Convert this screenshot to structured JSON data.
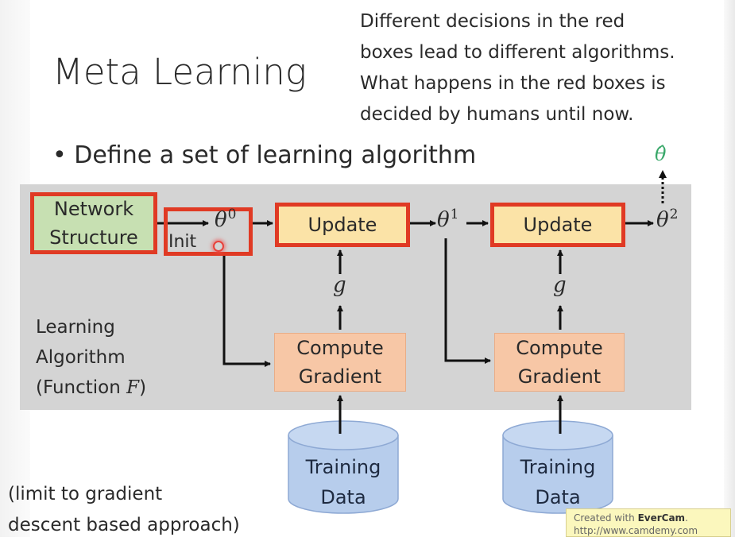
{
  "slide": {
    "title": "Meta Learning",
    "note_lines": [
      "Different decisions in the red",
      "boxes lead to different algorithms.",
      "What happens in the red boxes is",
      "decided by humans until now."
    ],
    "bullet": "Define a set of learning algorithm",
    "footnote_lines": [
      "(limit to gradient",
      "descent based approach)"
    ]
  },
  "diagram": {
    "network_structure": [
      "Network",
      "Structure"
    ],
    "init_label": "Init",
    "theta0": "θ",
    "theta0_sup": "0",
    "theta1": "θ",
    "theta1_sup": "1",
    "theta2": "θ",
    "theta2_sup": "2",
    "theta_hat": "θ̂",
    "update_labels": [
      "Update",
      "Update"
    ],
    "gradient_symbol": "g",
    "compute_gradient": [
      "Compute",
      "Gradient"
    ],
    "training_data": [
      "Training",
      "Data"
    ],
    "learning_algorithm": [
      "Learning",
      "Algorithm",
      "(Function ",
      "F",
      ")"
    ],
    "colors": {
      "red_border": "#e03a24",
      "network_fill": "#c7e0b2",
      "update_fill": "#fbe3a7",
      "gradient_fill": "#f7c7a6",
      "data_fill": "#b7cdec",
      "panel": "#d4d4d4",
      "theta_hat": "#3aa86a"
    }
  },
  "watermark": {
    "prefix": "Created with ",
    "brand": "EverCam",
    "suffix": ".",
    "url": "http://www.camdemy.com"
  }
}
